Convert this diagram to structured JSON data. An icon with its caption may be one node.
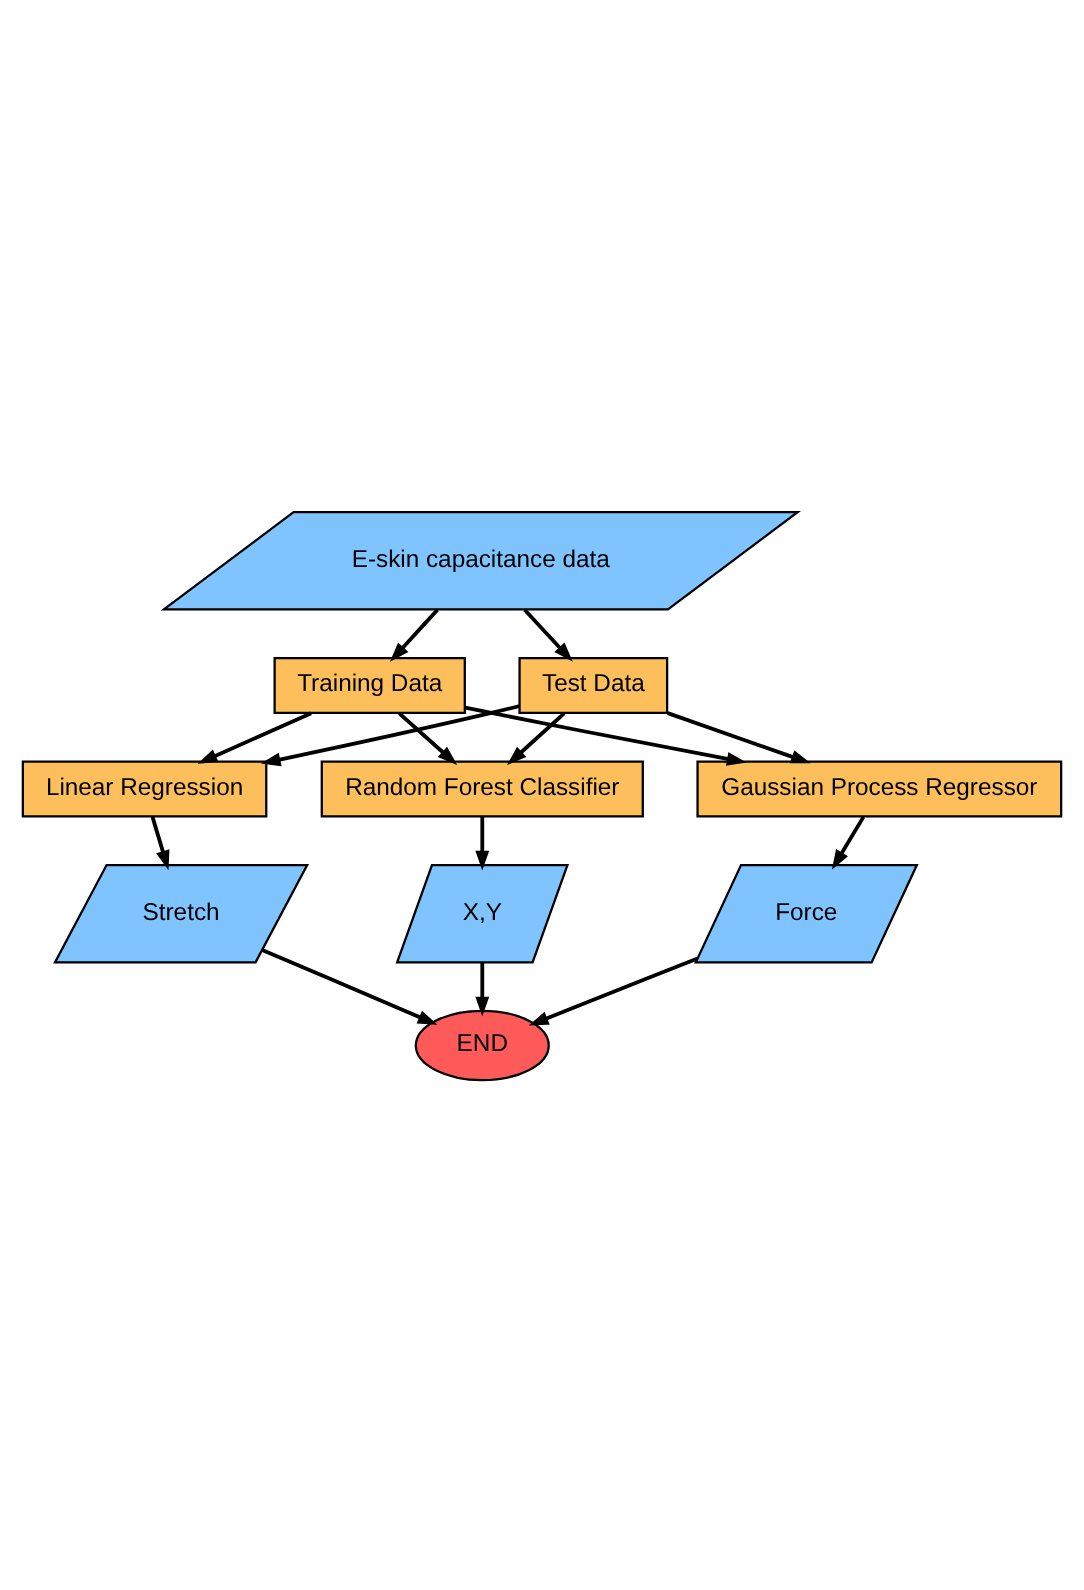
{
  "diagram": {
    "nodes": [
      {
        "text": [
          "E-skin capacitance data"
        ]
      },
      {
        "text": [
          "Training Data"
        ]
      },
      {
        "text": [
          "Test Data"
        ]
      },
      {
        "text": [
          "Linear Regression"
        ]
      },
      {
        "text": [
          "Random Forest Classifier"
        ]
      },
      {
        "text": [
          "Gaussian Process Regressor"
        ]
      },
      {
        "text": [
          "Stretch"
        ]
      },
      {
        "text": [
          "X,Y"
        ]
      },
      {
        "text": [
          "Force"
        ]
      },
      {
        "text": [
          "END"
        ]
      }
    ],
    "edges": [
      {
        "from": 0,
        "to": 1,
        "arrow": "to"
      },
      {
        "from": 0,
        "to": 2,
        "arrow": "to"
      },
      {
        "from": 1,
        "to": 3,
        "arrow": "to"
      },
      {
        "from": 1,
        "to": 4,
        "arrow": "to"
      },
      {
        "from": 1,
        "to": 5,
        "arrow": "to"
      },
      {
        "from": 2,
        "to": 3,
        "arrow": "to"
      },
      {
        "from": 2,
        "to": 4,
        "arrow": "to"
      },
      {
        "from": 2,
        "to": 5,
        "arrow": "to"
      },
      {
        "from": 3,
        "to": 6,
        "arrow": "to"
      },
      {
        "from": 4,
        "to": 7,
        "arrow": "to"
      },
      {
        "from": 5,
        "to": 8,
        "arrow": "to"
      },
      {
        "from": 6,
        "to": 9,
        "arrow": "to"
      },
      {
        "from": 7,
        "to": 9,
        "arrow": "to"
      },
      {
        "from": 8,
        "to": 9,
        "arrow": "to"
      }
    ]
  }
}
